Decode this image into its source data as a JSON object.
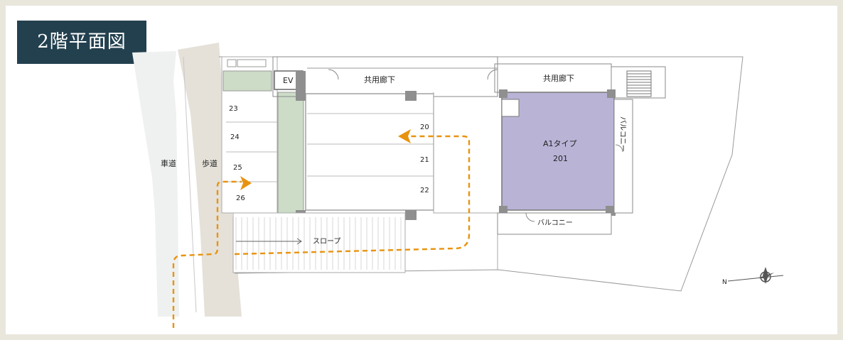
{
  "title": "2階平面図",
  "labels": {
    "roadway": "車道",
    "sidewalk": "歩道",
    "ev": "EV",
    "corridor_left": "共用廊下",
    "corridor_right": "共用廊下",
    "slope": "スロープ",
    "unit_type": "A1タイプ",
    "unit_number": "201",
    "balcony_bottom": "バルコニー",
    "balcony_side": "バルコニー",
    "compass_n": "N"
  },
  "parking_left": [
    "23",
    "24",
    "25",
    "26"
  ],
  "parking_right": [
    "20",
    "21",
    "22"
  ],
  "colors": {
    "title_bg": "#23404f",
    "unit_fill": "#b9b3d6",
    "green_fill": "#ccdcc7",
    "sidewalk_fill": "#e5e1d9",
    "roadway_fill": "#eef1f0",
    "route_arrow": "#e8930f",
    "column": "#8f8f8f"
  }
}
